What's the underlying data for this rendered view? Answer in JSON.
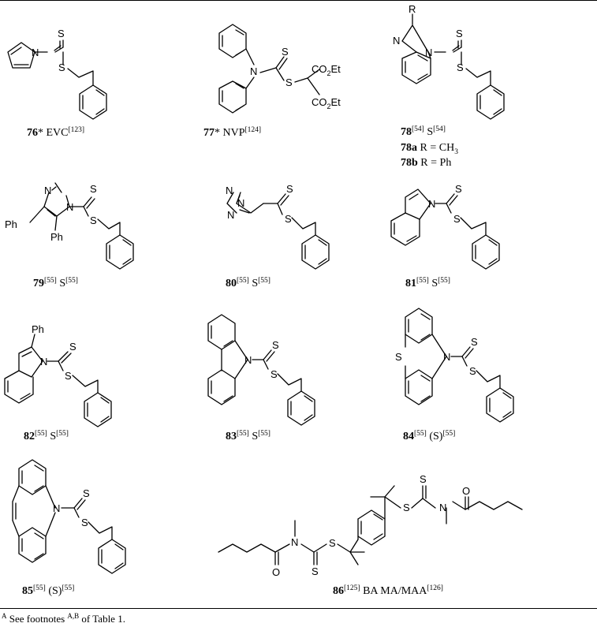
{
  "compounds": [
    {
      "id": "76",
      "mark": "*",
      "name": " EVC",
      "ref": "[123]"
    },
    {
      "id": "77",
      "mark": "*",
      "name": " NVP",
      "ref": "[124]"
    },
    {
      "id": "78",
      "ref": "[54]",
      "name": " S",
      "ref2": "[54]"
    },
    {
      "id": "79",
      "ref": "[55]",
      "name": " S",
      "ref2": "[55]"
    },
    {
      "id": "80",
      "ref": "[55]",
      "name": " S",
      "ref2": "[55]"
    },
    {
      "id": "81",
      "ref": "[55]",
      "name": " S",
      "ref2": "[55]"
    },
    {
      "id": "82",
      "ref": "[55]",
      "name": " S",
      "ref2": "[55]"
    },
    {
      "id": "83",
      "ref": "[55]",
      "name": " S",
      "ref2": "[55]"
    },
    {
      "id": "84",
      "ref": "[55]",
      "name": " (S)",
      "ref2": "[55]"
    },
    {
      "id": "85",
      "ref": "[55]",
      "name": " (S)",
      "ref2": "[55]"
    },
    {
      "id": "86",
      "ref": "[125]",
      "name": " BA MA/MAA",
      "ref2": "[126]"
    }
  ],
  "variants": [
    {
      "id": "78a",
      "text": " R = CH",
      "sub": "3"
    },
    {
      "id": "78b",
      "text": " R = Ph"
    }
  ],
  "atoms": {
    "S": "S",
    "N": "N",
    "O": "O",
    "R": "R",
    "Ph": "Ph",
    "CO2Et": "CO",
    "two": "2",
    "Et": "Et"
  },
  "footnote": {
    "sup": "A",
    "text": " See footnotes ",
    "sup2": "A,B",
    "tail": " of Table 1."
  }
}
